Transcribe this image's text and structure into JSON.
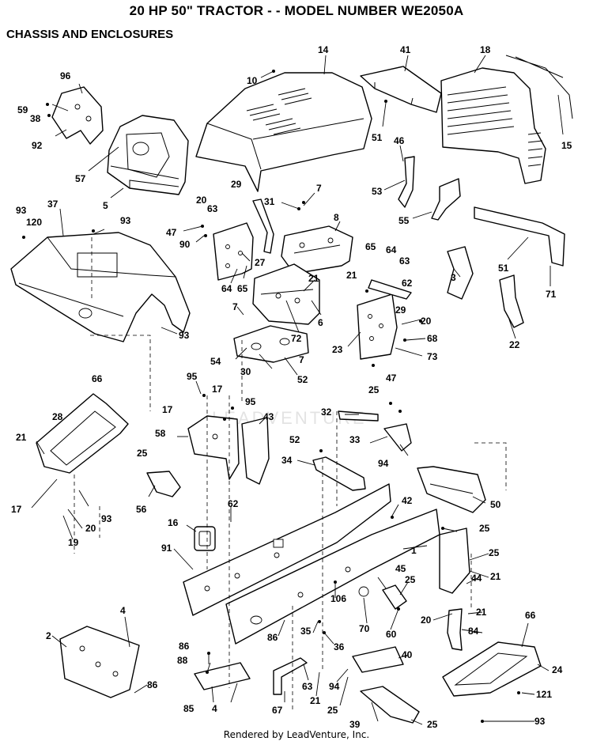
{
  "title": "20 HP 50\" TRACTOR - - MODEL NUMBER WE2050A",
  "subtitle": "CHASSIS AND ENCLOSURES",
  "footer": "Rendered by LeadVenture, Inc.",
  "watermark": "LEADVENTURE",
  "callouts": [
    "59",
    "38",
    "96",
    "92",
    "57",
    "5",
    "10",
    "14",
    "41",
    "18",
    "15",
    "51",
    "46",
    "53",
    "55",
    "93",
    "120",
    "37",
    "93",
    "47",
    "90",
    "20",
    "63",
    "29",
    "31",
    "7",
    "8",
    "27",
    "64",
    "65",
    "65",
    "64",
    "63",
    "62",
    "21",
    "21",
    "6",
    "72",
    "7",
    "29",
    "20",
    "23",
    "68",
    "73",
    "47",
    "54",
    "30",
    "7",
    "52",
    "3",
    "51",
    "71",
    "22",
    "93",
    "95",
    "17",
    "95",
    "17",
    "66",
    "28",
    "21",
    "17",
    "20",
    "93",
    "19",
    "25",
    "56",
    "58",
    "43",
    "32",
    "25",
    "33",
    "94",
    "52",
    "34",
    "16",
    "62",
    "91",
    "42",
    "50",
    "25",
    "25",
    "21",
    "44",
    "1",
    "45",
    "25",
    "106",
    "70",
    "60",
    "86",
    "35",
    "36",
    "4",
    "2",
    "86",
    "88",
    "86",
    "85",
    "4",
    "67",
    "63",
    "21",
    "94",
    "40",
    "25",
    "39",
    "25",
    "20",
    "21",
    "84",
    "66",
    "24",
    "121",
    "93"
  ],
  "colors": {
    "line": "#000000",
    "watermark": "#c9c9c9",
    "background": "#ffffff"
  }
}
